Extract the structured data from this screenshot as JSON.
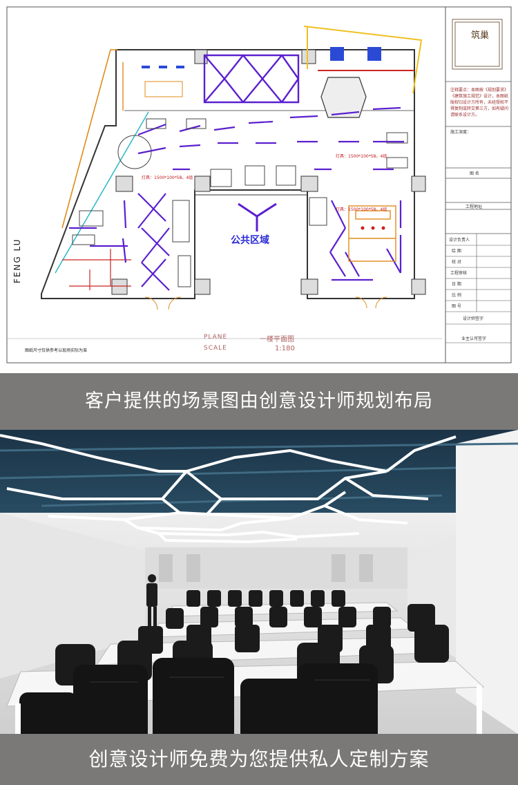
{
  "floor_plan": {
    "zone_label": "公共区域",
    "street_name": "FENG LU",
    "plane_label": "PLANE",
    "scale_label": "SCALE",
    "plan_title": "一楼平面图",
    "plan_scale": "1:180",
    "lamp_labels": [
      "灯具：1500*100*58。4组",
      "灯具：1500*100*58。4组",
      "灯具：1500*100*58。4组"
    ],
    "bottom_note": "图纸尺寸仅供参考以现场实际为准",
    "title_block": {
      "logo_text": "筑巢",
      "notes": "注释要点：本图按《规划要求》《建筑施工规范》设计，本图纸版权归设计方所有，未经授权不得复制或转交第三方，如有疑问请联系设计方。",
      "rows": [
        "施工深度：",
        "图 名",
        "工程地址",
        "设计负责人",
        "绘 图",
        "校 对",
        "工程审核",
        "日 期",
        "比 例",
        "图 号",
        "设计师签字",
        "业主认可签字"
      ]
    },
    "colors": {
      "wall": "#333333",
      "purple": "#5a1fcf",
      "red": "#cc2222",
      "orange": "#e08a1a",
      "yellow": "#f0c020",
      "cyan": "#2ab8c8",
      "title_brown": "#9b2a2a"
    }
  },
  "banners": {
    "top": "客户提供的场景图由创意设计师规划布局",
    "bottom": "创意设计师免费为您提供私人定制方案"
  },
  "photo": {
    "description_icon": "office-photo",
    "colors": {
      "ceiling": "#1e3a4c",
      "wall": "#e8e8e8",
      "desk": "#f4f4f4",
      "chair": "#1a1a1a",
      "light": "#ffffff"
    }
  }
}
